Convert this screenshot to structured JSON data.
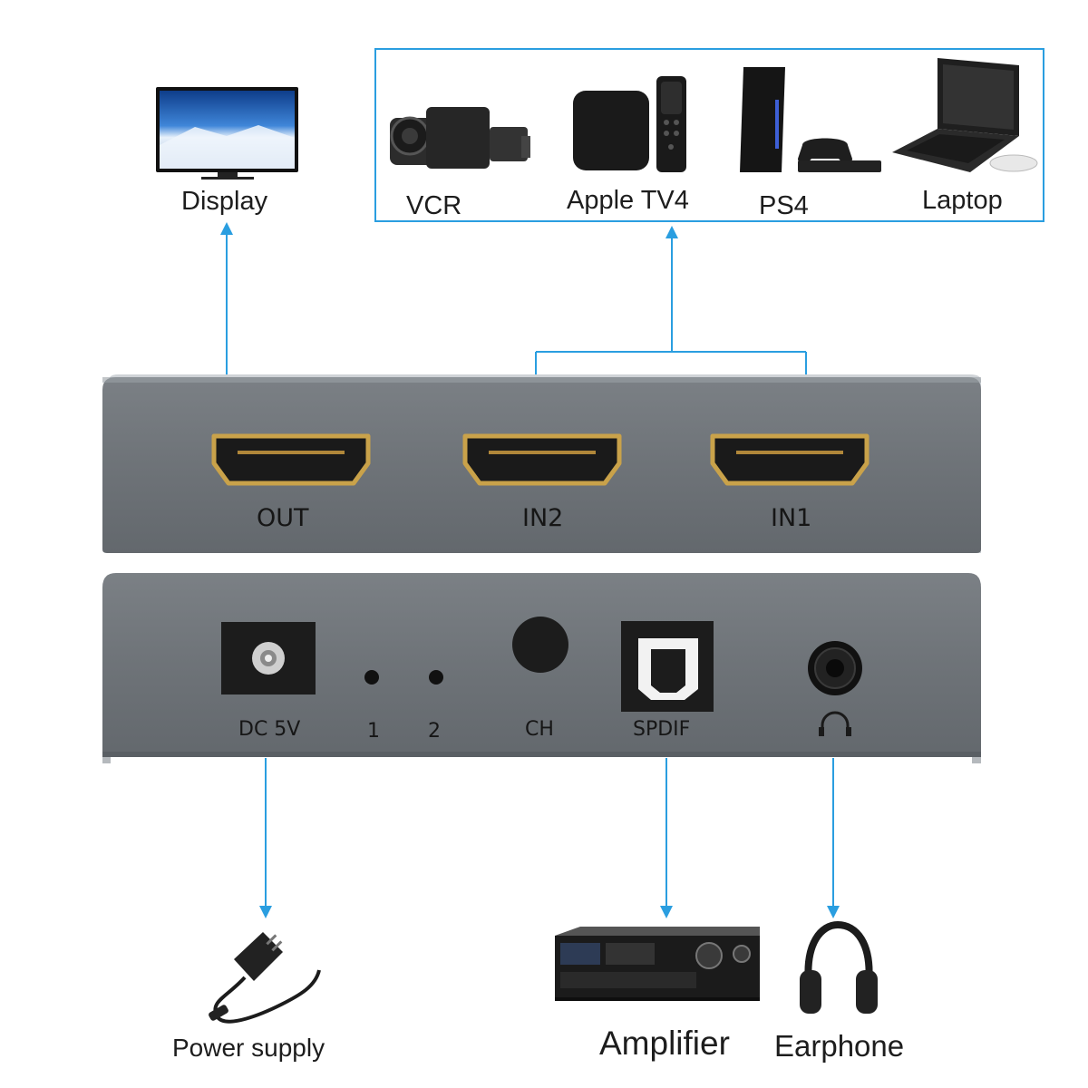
{
  "source_devices": {
    "camcorder": {
      "label": "VCR",
      "icon": "camcorder-icon"
    },
    "apple_tv": {
      "label": "Apple TV4",
      "icon": "apple-tv-icon"
    },
    "ps4": {
      "label": "PS4",
      "icon": "game-console-icon"
    },
    "laptop": {
      "label": "Laptop",
      "icon": "laptop-icon"
    }
  },
  "display": {
    "label": "Display",
    "icon": "tv-monitor-icon"
  },
  "front_panel": {
    "ports": [
      {
        "label": "OUT",
        "type": "hdmi"
      },
      {
        "label": "IN2",
        "type": "hdmi"
      },
      {
        "label": "IN1",
        "type": "hdmi"
      }
    ]
  },
  "rear_panel": {
    "dc_label": "DC 5V",
    "led1_label": "1",
    "led2_label": "2",
    "ch_label": "CH",
    "spdif_label": "SPDIF",
    "headphone_icon": "headphone-jack-icon"
  },
  "outputs": {
    "power": {
      "label": "Power supply",
      "icon": "power-adapter-icon"
    },
    "amplifier": {
      "label": "Amplifier",
      "icon": "amplifier-icon"
    },
    "earphone": {
      "label": "Earphone",
      "icon": "headphones-icon"
    }
  },
  "colors": {
    "arrow": "#2a9ee0",
    "device_body": "#6f7479",
    "hdmi_gold": "#c9a24a",
    "panel_dark": "#2a2a2a"
  }
}
